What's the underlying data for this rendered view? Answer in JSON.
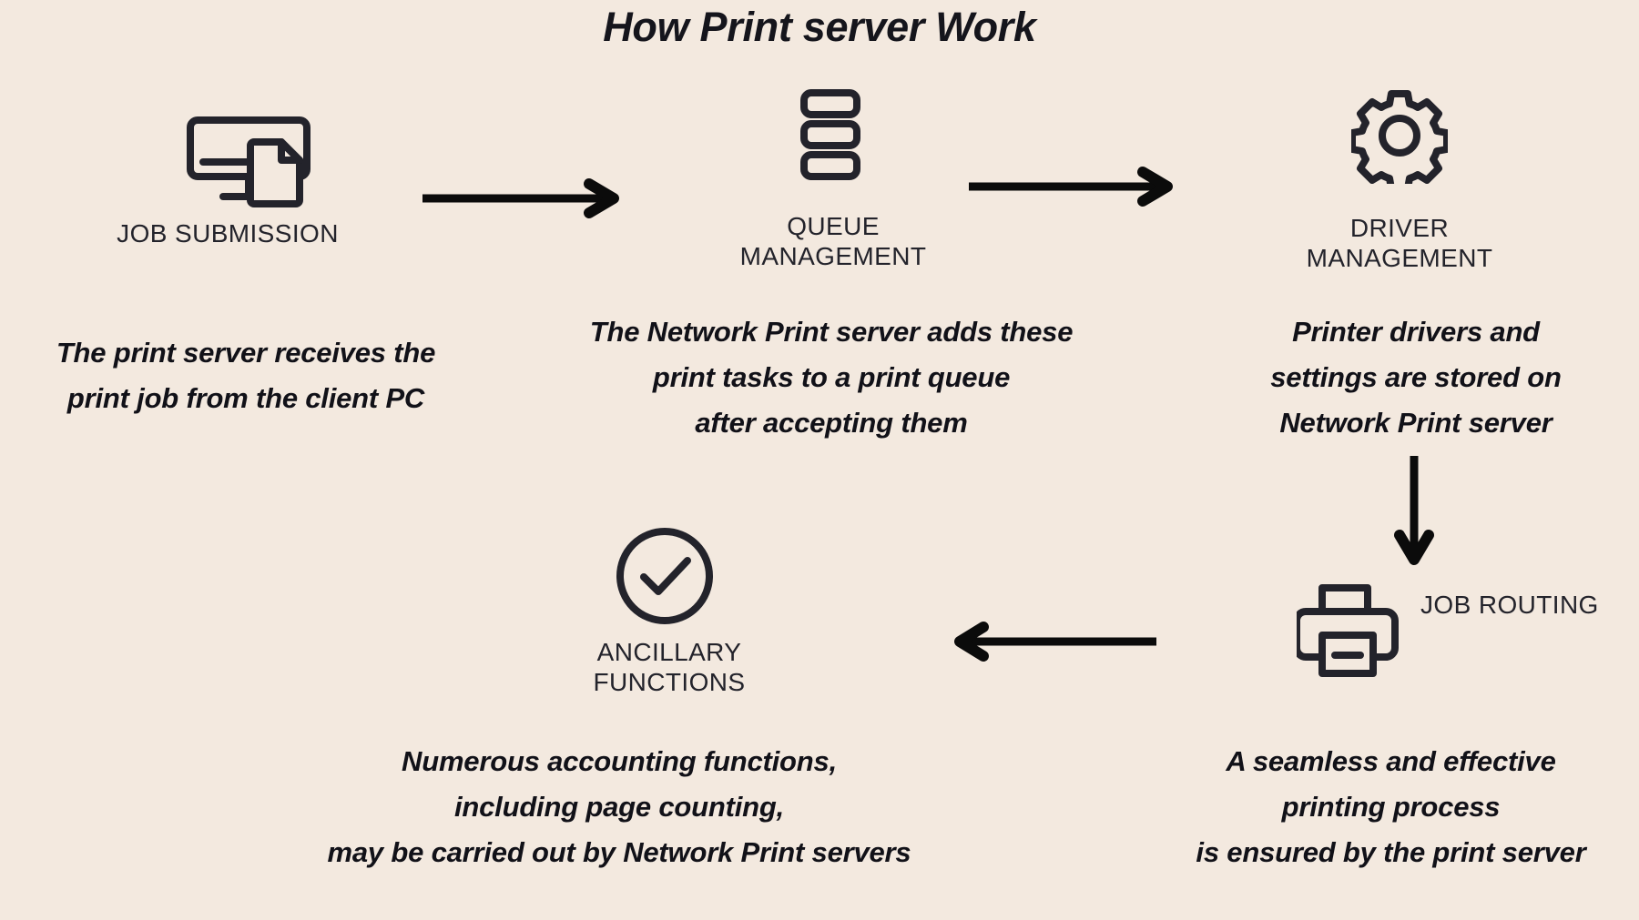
{
  "page": {
    "title": "How Print server Work",
    "background_color": "#f3e9df",
    "ink_color": "#23232b"
  },
  "nodes": [
    {
      "id": "job-submission",
      "icon": "monitor-document-icon",
      "label": "JOB\nSUBMISSION",
      "description": "The print server receives the\nprint job from the client PC"
    },
    {
      "id": "queue-management",
      "icon": "stacked-list-icon",
      "label": "QUEUE\nMANAGEMENT",
      "description": "The Network Print server adds these\nprint tasks to a print queue\nafter accepting them"
    },
    {
      "id": "driver-management",
      "icon": "gear-icon",
      "label": "DRIVER\nMANAGEMENT",
      "description": "Printer drivers and\nsettings are stored on\nNetwork Print server"
    },
    {
      "id": "job-routing",
      "icon": "printer-icon",
      "label": "JOB\nROUTING",
      "description": "A seamless and effective\nprinting process\nis ensured by the print server"
    },
    {
      "id": "ancillary-functions",
      "icon": "check-circle-icon",
      "label": "ANCILLARY\nFUNCTIONS",
      "description": "Numerous accounting functions,\nincluding page counting,\nmay be carried out by Network Print servers"
    }
  ],
  "arrows": [
    {
      "id": "arrow-submission-to-queue",
      "direction": "right"
    },
    {
      "id": "arrow-queue-to-driver",
      "direction": "right"
    },
    {
      "id": "arrow-driver-to-routing",
      "direction": "down"
    },
    {
      "id": "arrow-routing-to-ancillary",
      "direction": "left"
    }
  ]
}
